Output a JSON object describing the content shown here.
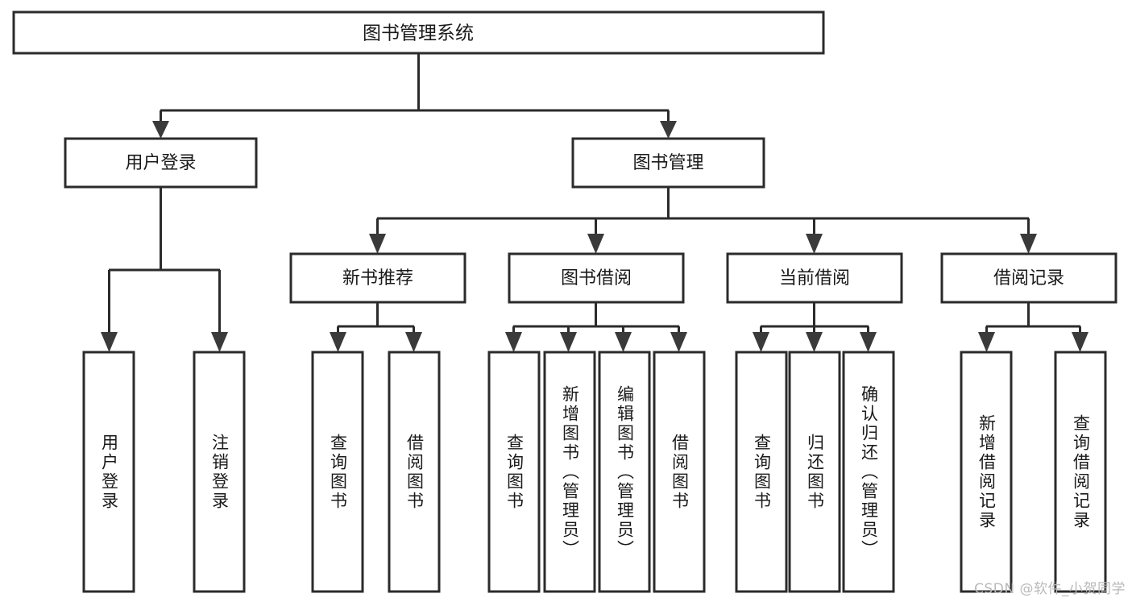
{
  "diagram": {
    "type": "tree-hierarchy",
    "title": "图书管理系统",
    "watermark": "CSDN @软件_小贺同学",
    "colors": {
      "background": "#ffffff",
      "box_stroke": "#2b2b2b",
      "box_fill": "#ffffff",
      "connector": "#2b2b2b",
      "arrow": "#3a3a3a",
      "text": "#1a1a1a",
      "watermark": "#b9b9b9"
    },
    "root": {
      "label": "图书管理系统"
    },
    "level1": [
      {
        "label": "用户登录"
      },
      {
        "label": "图书管理"
      }
    ],
    "level2": [
      {
        "label": "新书推荐"
      },
      {
        "label": "图书借阅"
      },
      {
        "label": "当前借阅"
      },
      {
        "label": "借阅记录"
      }
    ],
    "leaves": {
      "user_login": [
        {
          "label": "用户登录"
        },
        {
          "label": "注销登录"
        }
      ],
      "new_book": [
        {
          "label": "查询图书"
        },
        {
          "label": "借阅图书"
        }
      ],
      "book_borrow": [
        {
          "label": "查询图书"
        },
        {
          "label": "新增图书（管理员）"
        },
        {
          "label": "编辑图书（管理员）"
        },
        {
          "label": "借阅图书"
        }
      ],
      "current_borrow": [
        {
          "label": "查询图书"
        },
        {
          "label": "归还图书"
        },
        {
          "label": "确认归还（管理员）"
        }
      ],
      "borrow_record": [
        {
          "label": "新增借阅记录"
        },
        {
          "label": "查询借阅记录"
        }
      ]
    }
  }
}
